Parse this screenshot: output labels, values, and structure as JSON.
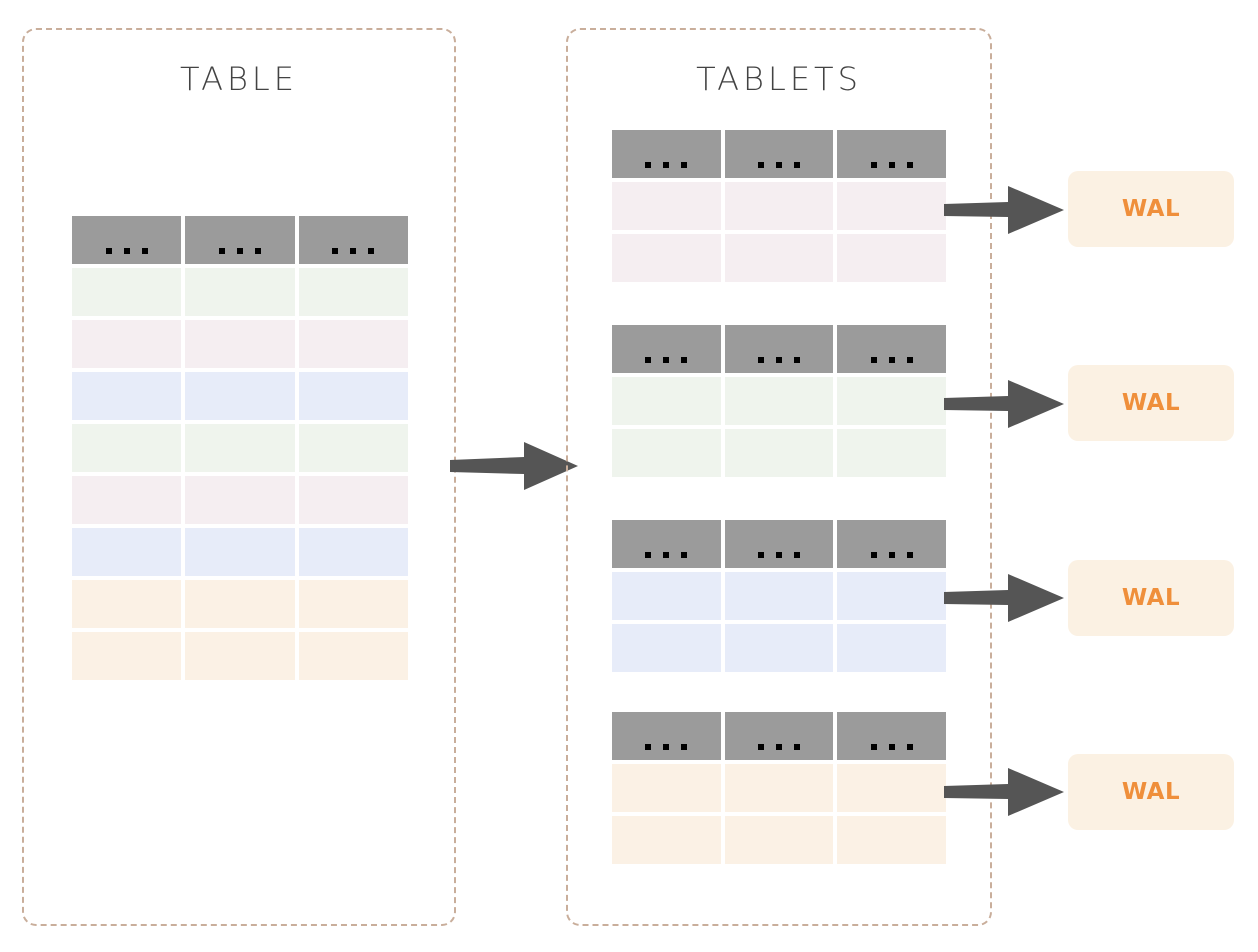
{
  "diagram": {
    "title_hidden": "",
    "background": "#ffffff",
    "colors": {
      "dashed_border": "#c9ae9b",
      "header_cell": "#9b9b9b",
      "arrow": "#555555",
      "wal_background": "#fbf1e3",
      "wal_text": "#ef8f3b",
      "row_green": "#eff4ed",
      "row_pink": "#f5eef1",
      "row_blue": "#e7ecf9",
      "row_orange": "#fbf1e5",
      "title_text": "#434343"
    }
  },
  "groups": [
    {
      "id": "table",
      "title": "TABLE"
    },
    {
      "id": "tablets",
      "title": "TABLETS"
    }
  ],
  "table": {
    "title": "TABLE",
    "columns": 3,
    "header_glyph": "...",
    "header_cells": [
      "...",
      "...",
      "..."
    ],
    "rows": [
      {
        "index": 0,
        "color_name": "green",
        "color": "#eff4ed"
      },
      {
        "index": 1,
        "color_name": "pink",
        "color": "#f5eef1"
      },
      {
        "index": 2,
        "color_name": "blue",
        "color": "#e7ecf9"
      },
      {
        "index": 3,
        "color_name": "green",
        "color": "#eff4ed"
      },
      {
        "index": 4,
        "color_name": "pink",
        "color": "#f5eef1"
      },
      {
        "index": 5,
        "color_name": "blue",
        "color": "#e7ecf9"
      },
      {
        "index": 6,
        "color_name": "orange",
        "color": "#fbf1e5"
      },
      {
        "index": 7,
        "color_name": "orange",
        "color": "#fbf1e5"
      }
    ]
  },
  "tablets": {
    "title": "TABLETS",
    "count": 4,
    "items": [
      {
        "index": 0,
        "color_name": "pink",
        "color": "#f5eef1",
        "row_count": 2,
        "header_cells": [
          "...",
          "...",
          "..."
        ]
      },
      {
        "index": 1,
        "color_name": "green",
        "color": "#eff4ed",
        "row_count": 2,
        "header_cells": [
          "...",
          "...",
          "..."
        ]
      },
      {
        "index": 2,
        "color_name": "blue",
        "color": "#e7ecf9",
        "row_count": 2,
        "header_cells": [
          "...",
          "...",
          "..."
        ]
      },
      {
        "index": 3,
        "color_name": "orange",
        "color": "#fbf1e5",
        "row_count": 2,
        "header_cells": [
          "...",
          "...",
          "..."
        ]
      }
    ]
  },
  "wal_boxes": [
    {
      "index": 0,
      "label": "WAL"
    },
    {
      "index": 1,
      "label": "WAL"
    },
    {
      "index": 2,
      "label": "WAL"
    },
    {
      "index": 3,
      "label": "WAL"
    }
  ],
  "arrows": [
    {
      "id": "table-to-tablets",
      "direction": "right"
    },
    {
      "id": "tablet-0-to-wal-0",
      "direction": "right"
    },
    {
      "id": "tablet-1-to-wal-1",
      "direction": "right"
    },
    {
      "id": "tablet-2-to-wal-2",
      "direction": "right"
    },
    {
      "id": "tablet-3-to-wal-3",
      "direction": "right"
    }
  ]
}
